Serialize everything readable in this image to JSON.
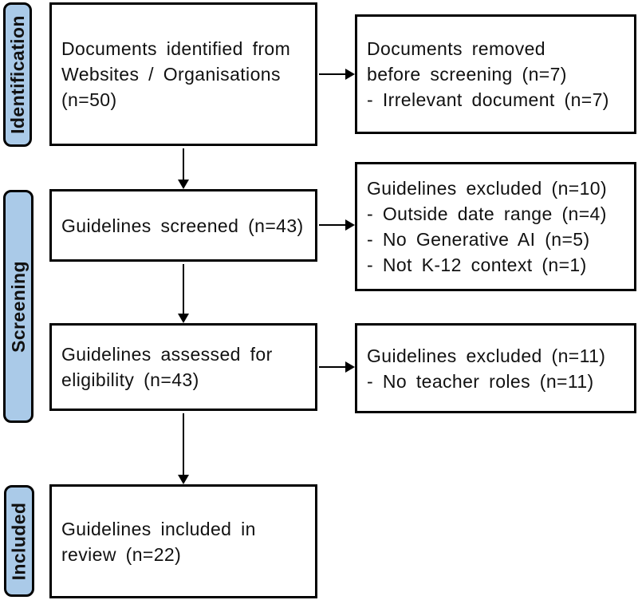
{
  "colors": {
    "stage_fill": "#aacae8",
    "line": "#000000",
    "box_fill": "#ffffff",
    "text_color": "#111111"
  },
  "stages": {
    "identification": {
      "label": "Identification"
    },
    "screening": {
      "label": "Screening"
    },
    "included": {
      "label": "Included"
    }
  },
  "boxes": {
    "identified": {
      "lines": [
        "Documents identified from",
        "Websites / Organisations",
        "(n=50)"
      ]
    },
    "removed": {
      "lines": [
        "Documents removed",
        "before screening (n=7)",
        "- Irrelevant document (n=7)"
      ]
    },
    "screened": {
      "lines": [
        "Guidelines screened (n=43)"
      ]
    },
    "excluded_screening": {
      "lines": [
        "Guidelines excluded (n=10)",
        "- Outside date range (n=4)",
        "- No Generative AI (n=5)",
        "- Not K-12 context (n=1)"
      ]
    },
    "assessed": {
      "lines": [
        "Guidelines assessed for",
        "eligibility (n=43)"
      ]
    },
    "excluded_eligibility": {
      "lines": [
        "Guidelines excluded (n=11)",
        "- No teacher roles (n=11)"
      ]
    },
    "included": {
      "lines": [
        "Guidelines included in",
        "review (n=22)"
      ]
    }
  }
}
